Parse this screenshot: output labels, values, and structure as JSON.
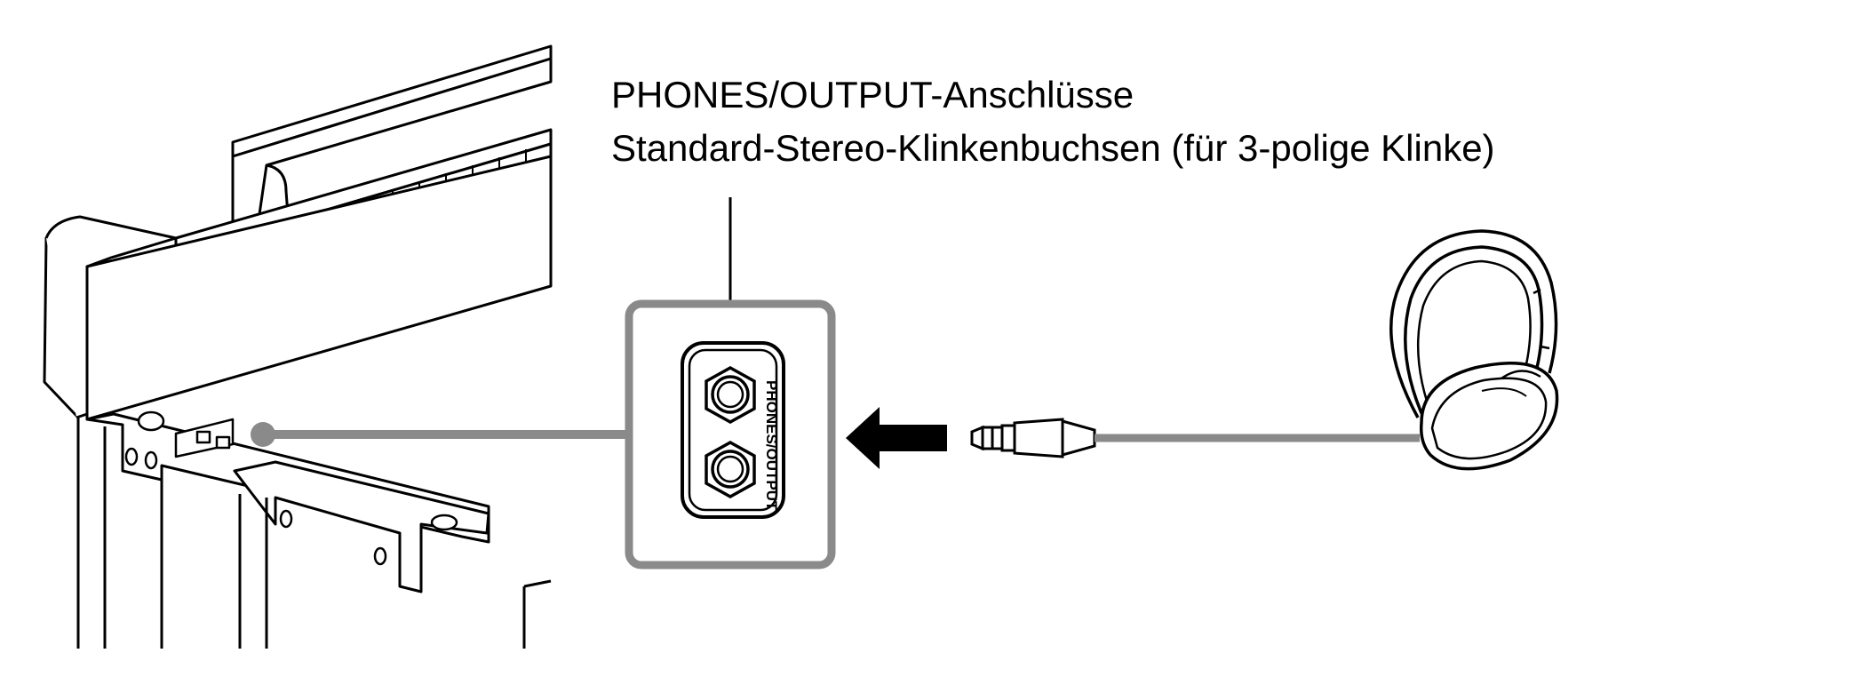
{
  "caption": {
    "line1": "PHONES/OUTPUT-Anschlüsse",
    "line2": "Standard-Stereo-Klinkenbuchsen (für 3-polige Klinke)"
  },
  "panel": {
    "jack_label": "PHONES/OUTPUT"
  },
  "colors": {
    "line": "#000000",
    "cable": "#8a8a8a",
    "fill": "#ffffff",
    "shade": "#e8e8e8"
  }
}
